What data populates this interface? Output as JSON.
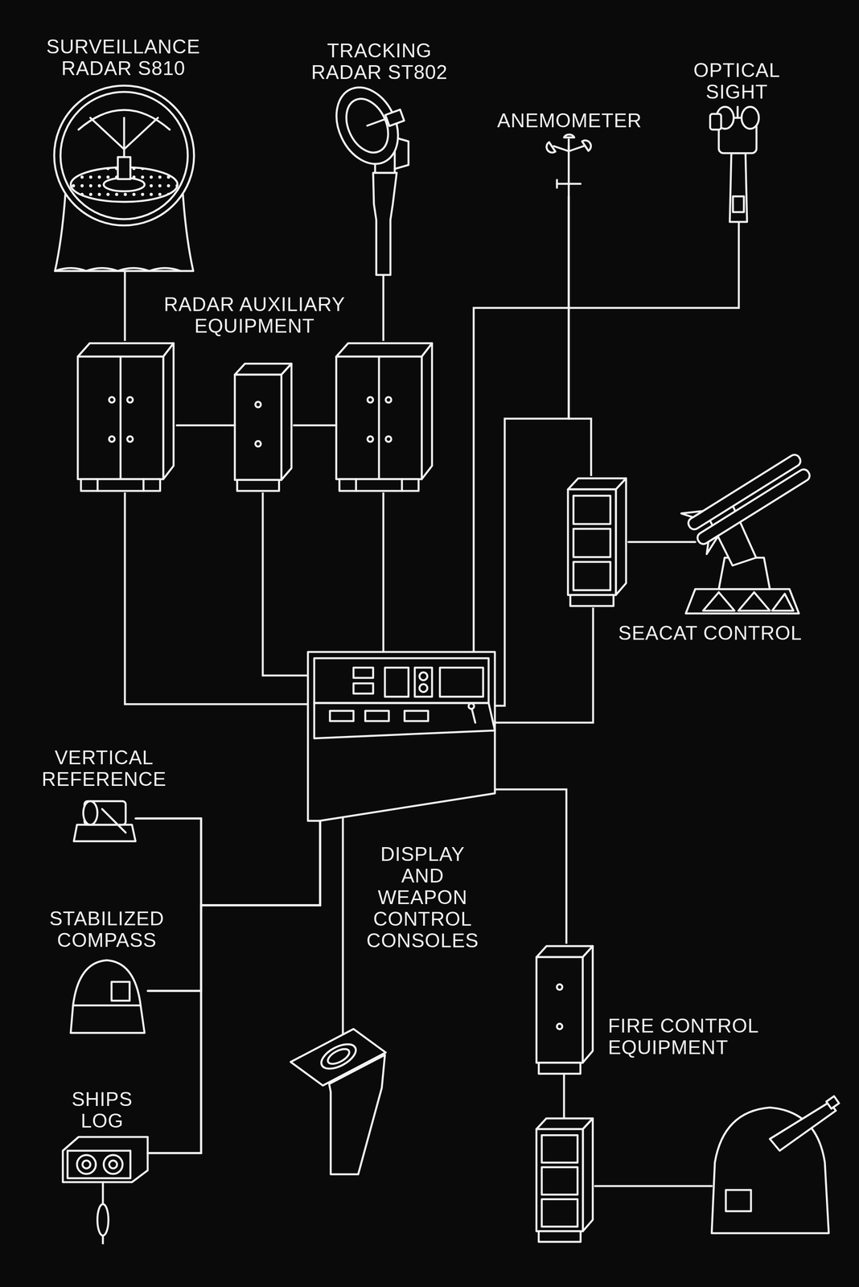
{
  "diagram": {
    "nodes": [
      {
        "text": [
          "SURVEILLANCE RADAR S810"
        ]
      },
      {
        "text": [
          "TRACKING RADAR ST802"
        ]
      },
      {
        "text": [
          "ANEMOMETER"
        ]
      },
      {
        "text": [
          "OPTICAL SIGHT"
        ]
      },
      {
        "text": [
          "RADAR AUXILIARY EQUIPMENT"
        ]
      },
      {
        "text": [
          "SEACAT CONTROL"
        ]
      },
      {
        "text": [
          "DISPLAY AND WEAPON CONTROL CONSOLES"
        ]
      },
      {
        "text": [
          "VERTICAL REFERENCE"
        ]
      },
      {
        "text": [
          "STABILIZED COMPASS"
        ]
      },
      {
        "text": [
          "SHIPS LOG"
        ]
      },
      {
        "text": [
          "FIRE CONTROL EQUIPMENT"
        ]
      }
    ],
    "edges": [
      {
        "from": 0,
        "to": 4,
        "arrow": "none"
      },
      {
        "from": 1,
        "to": 4,
        "arrow": "none"
      },
      {
        "from": 4,
        "to": 6,
        "arrow": "none"
      },
      {
        "from": 4,
        "to": 6,
        "arrow": "none"
      },
      {
        "from": 4,
        "to": 6,
        "arrow": "none"
      },
      {
        "from": 2,
        "to": 6,
        "arrow": "none"
      },
      {
        "from": 2,
        "to": 5,
        "arrow": "none"
      },
      {
        "from": 3,
        "to": 6,
        "arrow": "none"
      },
      {
        "from": 5,
        "to": 6,
        "arrow": "none"
      },
      {
        "from": 7,
        "to": 6,
        "arrow": "none"
      },
      {
        "from": 8,
        "to": 6,
        "arrow": "none"
      },
      {
        "from": 9,
        "to": 6,
        "arrow": "none"
      },
      {
        "from": 6,
        "to": 10,
        "arrow": "none"
      }
    ]
  }
}
